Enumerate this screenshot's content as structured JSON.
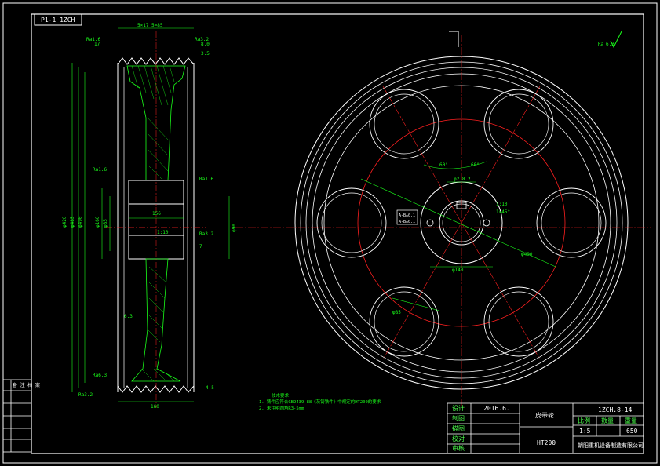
{
  "drawing": {
    "code_box": "P1-1 1ZCH",
    "roughness_label": "Ra",
    "roughness_value": "6.3"
  },
  "section_view": {
    "dims": [
      "5×17 5=85",
      "17",
      "8.0",
      "3.5",
      "Ra1.6",
      "Ra1.6",
      "Ra1.6",
      "Ra3.2",
      "Ra3.2",
      "Ra3.2",
      "1:10",
      "φ420",
      "φ485",
      "φ490",
      "φ160",
      "φ85",
      "φ90",
      "156",
      "7",
      "6.3",
      "4.5",
      "160",
      "Ra6.3"
    ],
    "tech_notes": [
      "技术要求",
      "1. 铸件应符合GB9439-88《灰铸铁件》中规定的HT200的要求",
      "2. 未注明圆角R3-5mm"
    ]
  },
  "front_view": {
    "dims": [
      "60°",
      "60°",
      "φ2.8.2",
      "φ140",
      "φ490",
      "φ85",
      "1:10",
      "1×45°"
    ],
    "hub_callout": [
      "A-B±0.1",
      "A-B±0.1"
    ]
  },
  "left_strip": {
    "cells": [
      "备 注 档 案",
      "",
      "",
      "",
      "",
      ""
    ]
  },
  "title_block": {
    "rows": [
      {
        "label": "设计",
        "value": "2016.6.1"
      },
      {
        "label": "制图",
        "value": ""
      },
      {
        "label": "描图",
        "value": ""
      },
      {
        "label": "校对",
        "value": ""
      },
      {
        "label": "审核",
        "value": ""
      }
    ],
    "part_name": "皮带轮",
    "material": "HT200",
    "drawing_no": "1ZCH.8-14",
    "scale_label": "比例",
    "count_label": "数量",
    "weight_label": "重量",
    "scale_value": "1:5",
    "weight_value": "650",
    "company": "朝阳重机设备制造有限公司"
  },
  "colors": {
    "background": "#000000",
    "outline": "#ffffff",
    "dimension": "#00ff00",
    "centerline": "#ff2020",
    "hatch": "#00ff00"
  }
}
